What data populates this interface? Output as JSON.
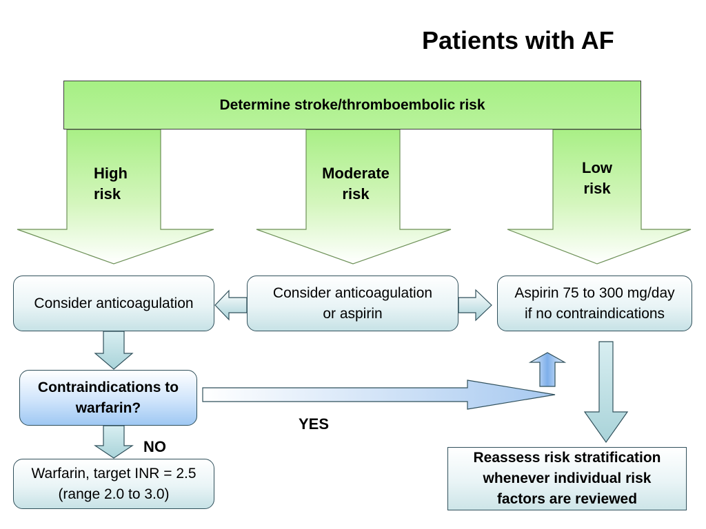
{
  "title": "Patients with AF",
  "top_bar": "Determine stroke/thromboembolic risk",
  "risk_labels": {
    "high": [
      "High",
      "risk"
    ],
    "moderate": [
      "Moderate",
      "risk"
    ],
    "low": [
      "Low",
      "risk"
    ]
  },
  "boxes": {
    "consider_anticoagulation": "Consider anticoagulation",
    "anticoag_or_aspirin": [
      "Consider anticoagulation",
      "or aspirin"
    ],
    "aspirin": [
      "Aspirin 75 to 300 mg/day",
      "if no contraindications"
    ],
    "contraindications": [
      "Contraindications to",
      "warfarin?"
    ],
    "warfarin": [
      "Warfarin, target INR = 2.5",
      "(range 2.0 to 3.0)"
    ],
    "reassess": [
      "Reassess risk stratification",
      "whenever individual risk",
      "factors are reviewed"
    ]
  },
  "labels": {
    "yes": "YES",
    "no": "NO"
  },
  "colors": {
    "green_fill": "#b9f29c",
    "teal_fill": "#b8dde2",
    "blue_fill": "#9fc8f3",
    "outline": "#2f4f5a"
  }
}
